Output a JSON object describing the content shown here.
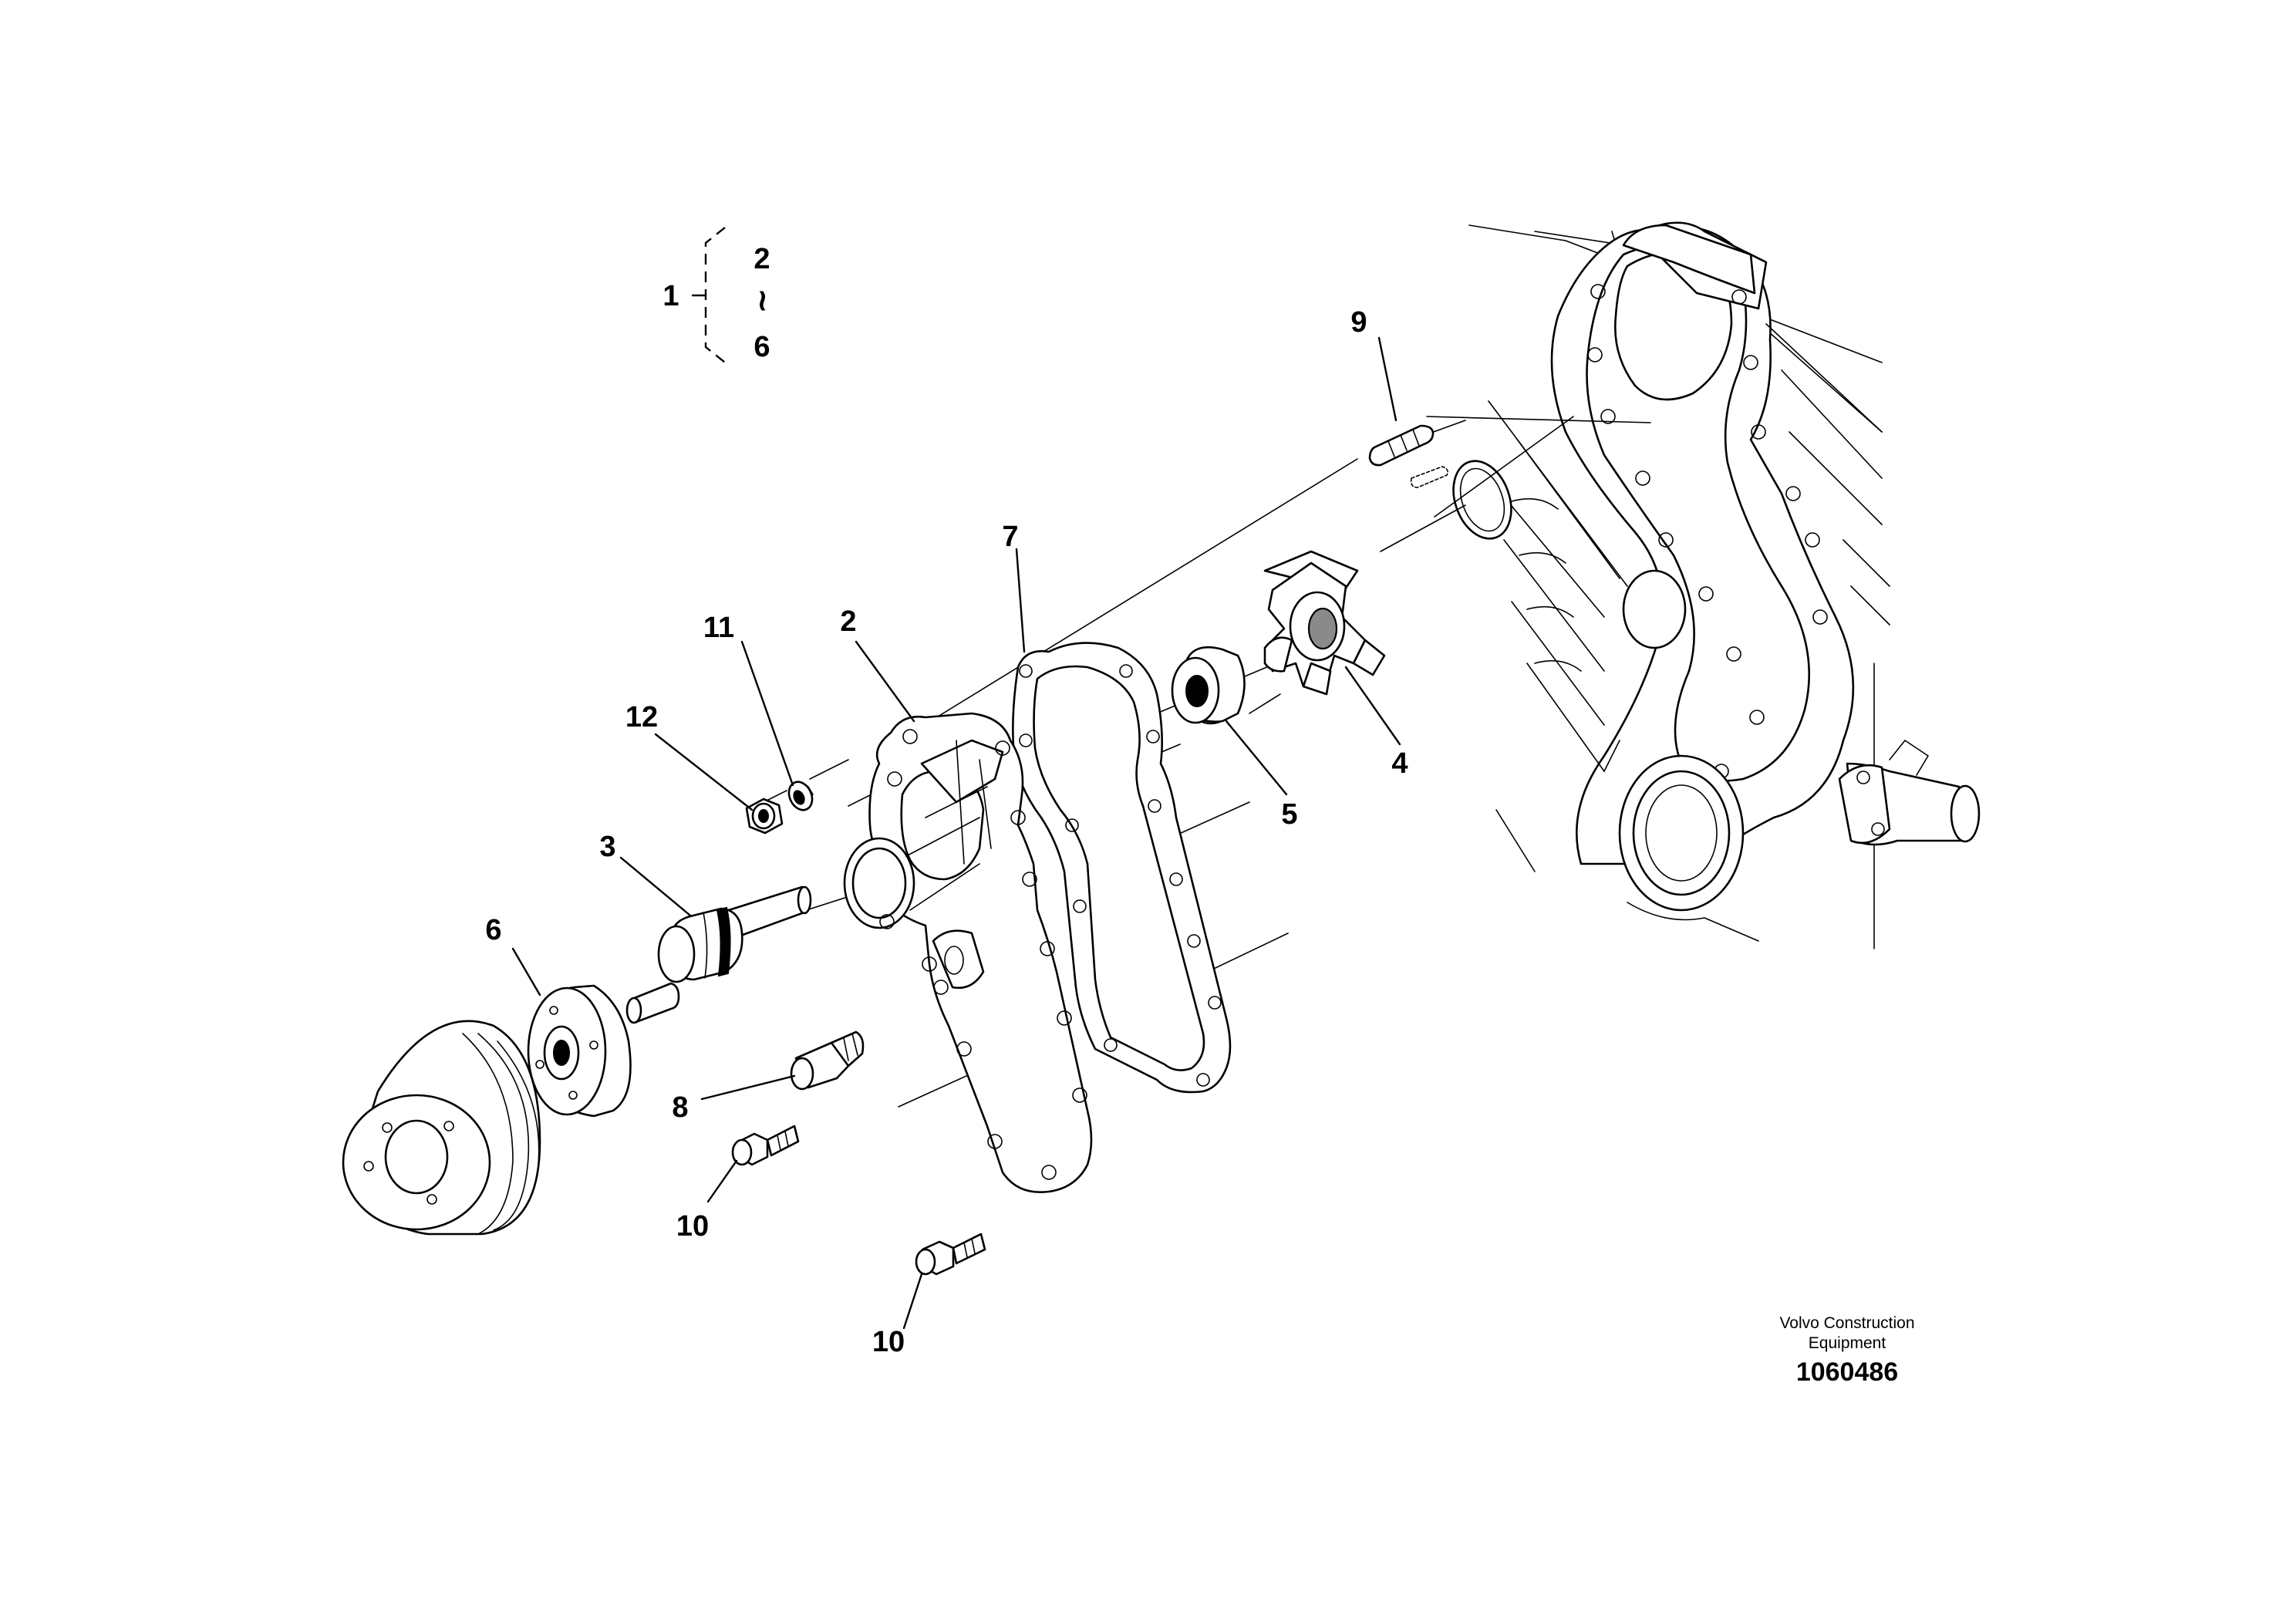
{
  "group_callout": {
    "parent": "1",
    "range_start": "2",
    "range_sep": "~",
    "range_end": "6"
  },
  "callouts": {
    "c2": "2",
    "c3": "3",
    "c4": "4",
    "c5": "5",
    "c6": "6",
    "c7": "7",
    "c8": "8",
    "c9": "9",
    "c10a": "10",
    "c10b": "10",
    "c11": "11",
    "c12": "12"
  },
  "title_block": {
    "brand_line1": "Volvo Construction",
    "brand_line2": "Equipment",
    "doc_number": "1060486"
  }
}
